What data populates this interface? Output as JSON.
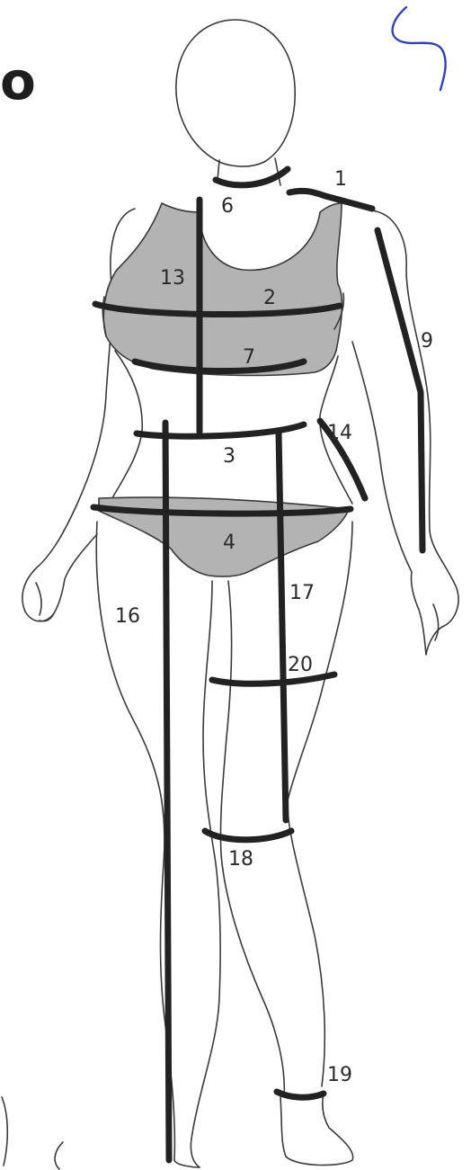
{
  "corner_letter": "o",
  "accent_pen_color": "#2f3fbf",
  "garment_color": "#b3b3b3",
  "measurements": [
    {
      "id": "m1",
      "label": "1"
    },
    {
      "id": "m2",
      "label": "2"
    },
    {
      "id": "m3",
      "label": "3"
    },
    {
      "id": "m4",
      "label": "4"
    },
    {
      "id": "m6",
      "label": "6"
    },
    {
      "id": "m7",
      "label": "7"
    },
    {
      "id": "m9",
      "label": "9"
    },
    {
      "id": "m13",
      "label": "13"
    },
    {
      "id": "m14",
      "label": "14"
    },
    {
      "id": "m16",
      "label": "16"
    },
    {
      "id": "m17",
      "label": "17"
    },
    {
      "id": "m18",
      "label": "18"
    },
    {
      "id": "m19",
      "label": "19"
    },
    {
      "id": "m20",
      "label": "20"
    }
  ]
}
